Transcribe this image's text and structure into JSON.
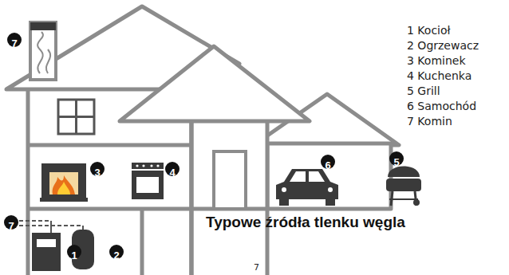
{
  "diagram": {
    "title": "Typowe źródła tlenku węgla",
    "labels": [
      "1 Kocioł",
      "2 Ogrzewacz",
      "3 Kominek",
      "4 Kuchenka",
      "5 Grill",
      "6 Samochód",
      "7 Komin",
      "7",
      "3",
      "4",
      "6",
      "5",
      "7",
      "1",
      "2",
      "7"
    ]
  }
}
